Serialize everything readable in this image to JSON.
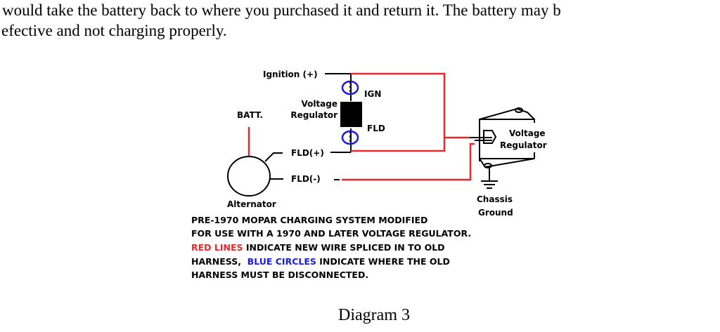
{
  "document": {
    "paragraph_lines": [
      "would take the battery back to where you purchased it and return it.  The battery may b",
      "efective and not charging properly."
    ],
    "caption": "Diagram 3"
  },
  "diagram": {
    "labels": {
      "ignition": "Ignition (+)",
      "ign": "IGN",
      "old_regulator_line1": "Voltage",
      "old_regulator_line2": "Regulator",
      "batt": "BATT.",
      "fld_terminal": "FLD",
      "fld_plus": "FLD(+)",
      "fld_minus": "FLD(-)",
      "alternator": "Alternator",
      "new_regulator_line1": "Voltage",
      "new_regulator_line2": "Regulator",
      "chassis": "Chassis",
      "ground": "Ground"
    },
    "notes": {
      "line1": "PRE-1970 MOPAR CHARGING SYSTEM MODIFIED",
      "line2": "FOR USE WITH A 1970 AND LATER VOLTAGE REGULATOR.",
      "line3_red": "RED LINES",
      "line3_rest": " INDICATE NEW WIRE SPLICED IN TO OLD",
      "line4_start": "HARNESS,  ",
      "line4_blue": "BLUE CIRCLES",
      "line4_rest": " INDICATE WHERE THE OLD",
      "line5": "HARNESS MUST BE DISCONNECTED."
    },
    "colors": {
      "new_wire": "#e8282a",
      "disconnect_circle": "#1a1ae6",
      "old_wire": "#000000"
    }
  }
}
